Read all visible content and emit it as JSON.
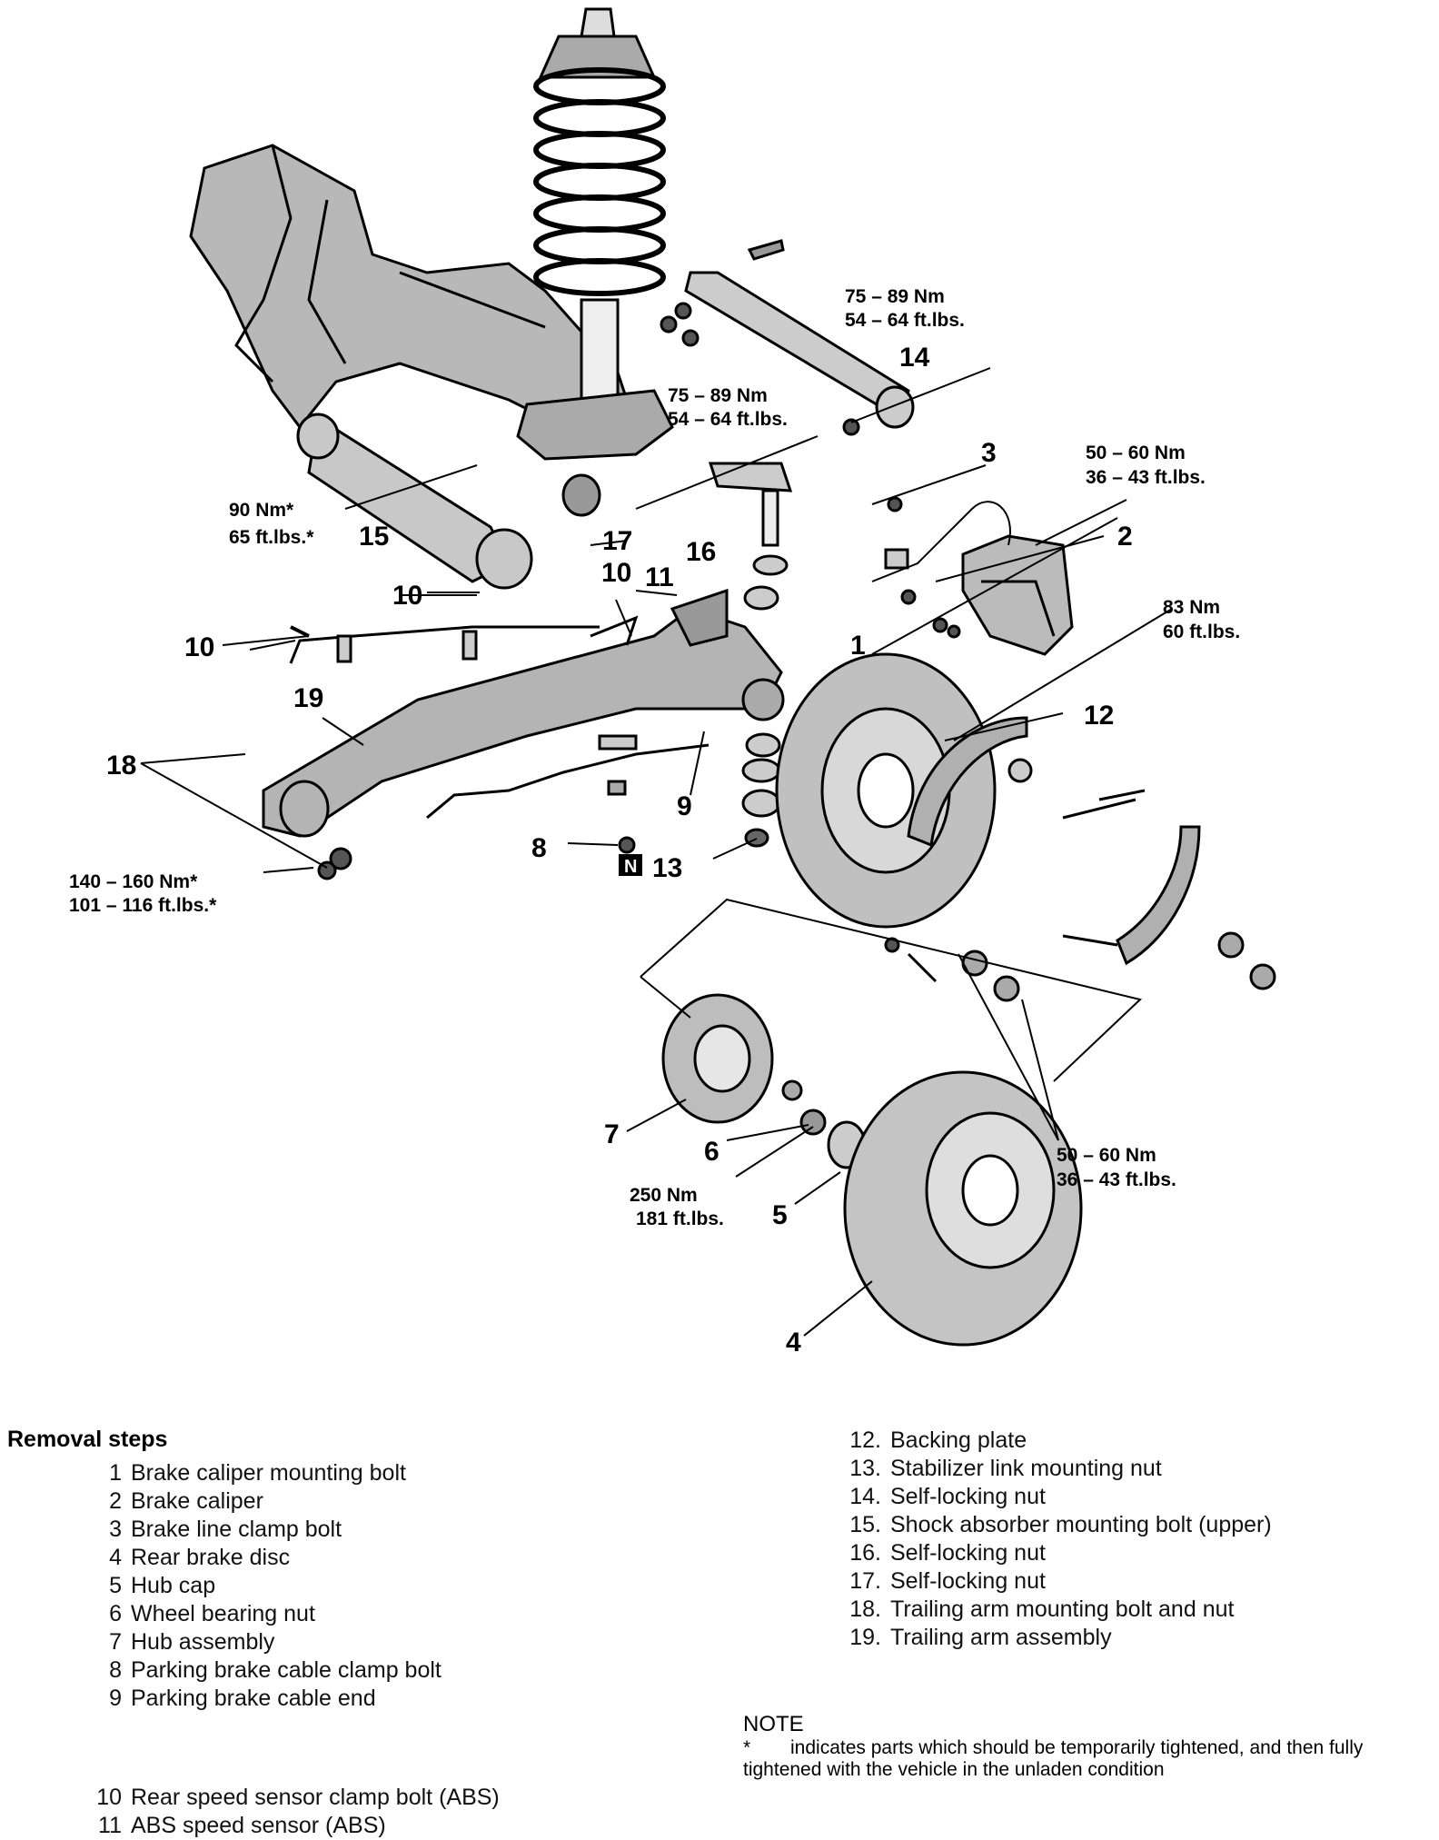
{
  "callouts": {
    "c1": "1",
    "c2": "2",
    "c3": "3",
    "c4": "4",
    "c5": "5",
    "c6": "6",
    "c7": "7",
    "c8": "8",
    "c9": "9",
    "c10a": "10",
    "c10b": "10",
    "c10c": "10",
    "c11": "11",
    "c12": "12",
    "c13": "13",
    "c13_badge": "N",
    "c14": "14",
    "c15": "15",
    "c16": "16",
    "c17": "17",
    "c18": "18",
    "c19": "19"
  },
  "torques": {
    "t_14_nm": "75 – 89 Nm",
    "t_14_ft": "54 – 64 ft.lbs.",
    "t_16_nm": "75 – 89 Nm",
    "t_16_ft": "54 – 64 ft.lbs.",
    "t_1_nm": "50 – 60 Nm",
    "t_1_ft": "36 – 43 ft.lbs.",
    "t_15_nm": "90 Nm*",
    "t_15_ft": "65 ft.lbs.*",
    "t_12_nm": "83 Nm",
    "t_12_ft": "60 ft.lbs.",
    "t_18_nm": "140 – 160 Nm*",
    "t_18_ft": "101 – 116 ft.lbs.*",
    "t_6_nm": "250 Nm",
    "t_6_ft": "181 ft.lbs.",
    "t_shoe_nm": "50 – 60 Nm",
    "t_shoe_ft": "36 – 43 ft.lbs."
  },
  "removal": {
    "title": "Removal steps",
    "steps_left": [
      {
        "n": "1",
        "text": "Brake caliper mounting bolt"
      },
      {
        "n": "2",
        "text": "Brake caliper"
      },
      {
        "n": "3",
        "text": "Brake line clamp bolt"
      },
      {
        "n": "4",
        "text": "Rear brake disc"
      },
      {
        "n": "5",
        "text": "Hub cap"
      },
      {
        "n": "6",
        "text": "Wheel bearing nut"
      },
      {
        "n": "7",
        "text": "Hub assembly"
      },
      {
        "n": "8",
        "text": "Parking brake cable clamp bolt"
      },
      {
        "n": "9",
        "text": "Parking brake cable end"
      }
    ],
    "steps_left2": [
      {
        "n": "10",
        "text": "Rear speed sensor clamp bolt (ABS)"
      },
      {
        "n": "11",
        "text": "ABS speed sensor (ABS)"
      }
    ],
    "steps_right": [
      {
        "n": "12.",
        "text": "Backing plate"
      },
      {
        "n": "13.",
        "text": "Stabilizer link mounting nut"
      },
      {
        "n": "14.",
        "text": "Self-locking nut"
      },
      {
        "n": "15.",
        "text": "Shock absorber mounting bolt (upper)"
      },
      {
        "n": "16.",
        "text": "Self-locking nut"
      },
      {
        "n": "17.",
        "text": "Self-locking nut"
      },
      {
        "n": "18.",
        "text": "Trailing arm mounting bolt and nut"
      },
      {
        "n": "19.",
        "text": "Trailing arm assembly"
      }
    ]
  },
  "note": {
    "label": "NOTE",
    "bullet": "*",
    "text": "indicates parts which should be temporarily tightened, and then fully tightened with the vehicle in the unladen condition"
  }
}
